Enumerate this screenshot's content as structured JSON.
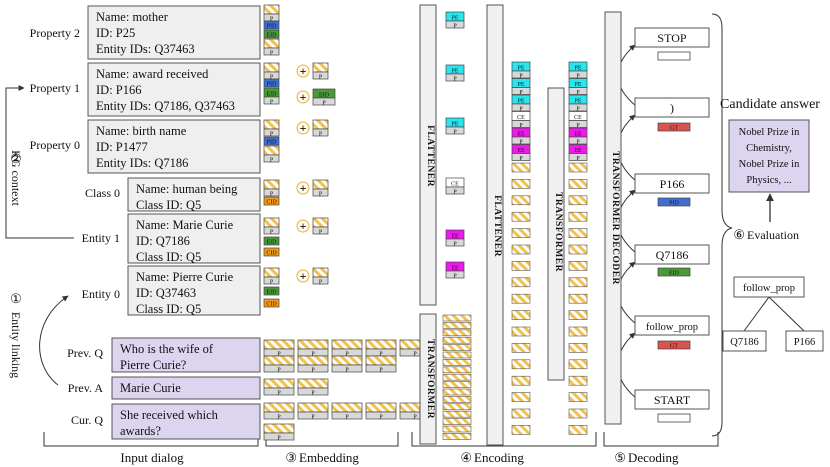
{
  "sections": {
    "input_dialog": "Input dialog",
    "embedding_num": "③",
    "embedding": "Embedding",
    "encoding_num": "④",
    "encoding": "Encoding",
    "decoding_num": "⑤",
    "decoding": "Decoding"
  },
  "side_labels": {
    "kg_num": "②",
    "kg_context": "KG context",
    "el_num": "①",
    "entity_linking": "Entity linking"
  },
  "nodes": {
    "property2": {
      "label": "Property 2",
      "lines": [
        "Name: mother",
        "ID: P25",
        "Entity IDs: Q37463"
      ]
    },
    "property1": {
      "label": "Property 1",
      "lines": [
        "Name: award received",
        "ID: P166",
        "Entity IDs: Q7186, Q37463"
      ]
    },
    "property0": {
      "label": "Property 0",
      "lines": [
        "Name: birth name",
        "ID: P1477",
        "Entity IDs: Q7186"
      ]
    },
    "class0": {
      "label": "Class 0",
      "lines": [
        "Name: human being",
        "Class ID: Q5"
      ]
    },
    "entity1": {
      "label": "Entity 1",
      "lines": [
        "Name: Marie Curie",
        "ID: Q7186",
        "Class ID: Q5"
      ]
    },
    "entity0": {
      "label": "Entity 0",
      "lines": [
        "Name: Pierre Curie",
        "ID: Q37463",
        "Class ID: Q5"
      ]
    }
  },
  "dialog": {
    "prev_q": {
      "label": "Prev. Q",
      "lines": [
        "Who is the wife of",
        "Pierre Curie?"
      ]
    },
    "prev_a": {
      "label": "Prev. A",
      "lines": [
        "Marie Curie"
      ]
    },
    "cur_q": {
      "label": "Cur. Q",
      "lines": [
        "She received which",
        "awards?"
      ]
    }
  },
  "tags": {
    "p": "P",
    "pid": "PID",
    "eid": "EID",
    "cid": "CID",
    "pe": "PE",
    "ce": "CE",
    "ee": "EE",
    "gt": "GT",
    "plus": "+"
  },
  "blocks": {
    "flattener": "FLATTENER",
    "transformer": "TRANSFORMER",
    "decoder": "TRANSFORMER DECODER"
  },
  "decoder_outputs": [
    "STOP",
    ")",
    "P166",
    "Q7186",
    "follow_prop",
    "START"
  ],
  "answer": {
    "title": "Candidate answer",
    "lines": [
      "Nobel Prize in",
      "Chemistry,",
      "Nobel Prize in",
      "Physics, ..."
    ],
    "eval_num": "⑥",
    "evaluation": "Evaluation"
  },
  "tree": {
    "root": "follow_prop",
    "left": "Q7186",
    "right": "P166"
  },
  "colors": {
    "stripe_yellow": "#f2c14e",
    "pe": "#27e6ee",
    "ee": "#f018ee",
    "pid": "#3f6fd3",
    "eid": "#4a9a3a",
    "cid": "#f29a1a",
    "gt": "#d9534f",
    "answer_fill": "#ddd4f0",
    "dialog_fill": "#ddd4f0",
    "node_fill": "#efefef",
    "accent_red": "#d23a2a"
  }
}
